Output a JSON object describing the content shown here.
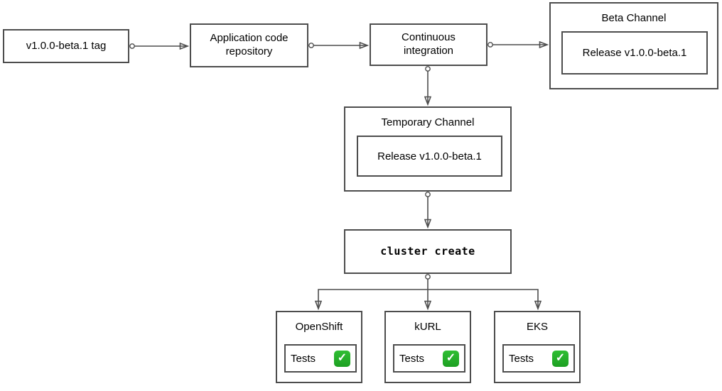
{
  "colors": {
    "border": "#4d4d4d",
    "background": "#ffffff",
    "text": "#000000",
    "check_green": "#2fbe33",
    "check_green_dark": "#1da022"
  },
  "nodes": {
    "tag": {
      "label": "v1.0.0-beta.1 tag"
    },
    "repo": {
      "label": "Application code repository"
    },
    "ci": {
      "label": "Continuous integration"
    },
    "beta_channel": {
      "title": "Beta Channel",
      "release": "Release v1.0.0-beta.1"
    },
    "temporary_channel": {
      "title": "Temporary Channel",
      "release": "Release v1.0.0-beta.1"
    },
    "cluster_create": {
      "label": "cluster create"
    },
    "openshift": {
      "title": "OpenShift",
      "tests_label": "Tests"
    },
    "kurl": {
      "title": "kURL",
      "tests_label": "Tests"
    },
    "eks": {
      "title": "EKS",
      "tests_label": "Tests"
    }
  },
  "icons": {
    "check": "✓"
  }
}
